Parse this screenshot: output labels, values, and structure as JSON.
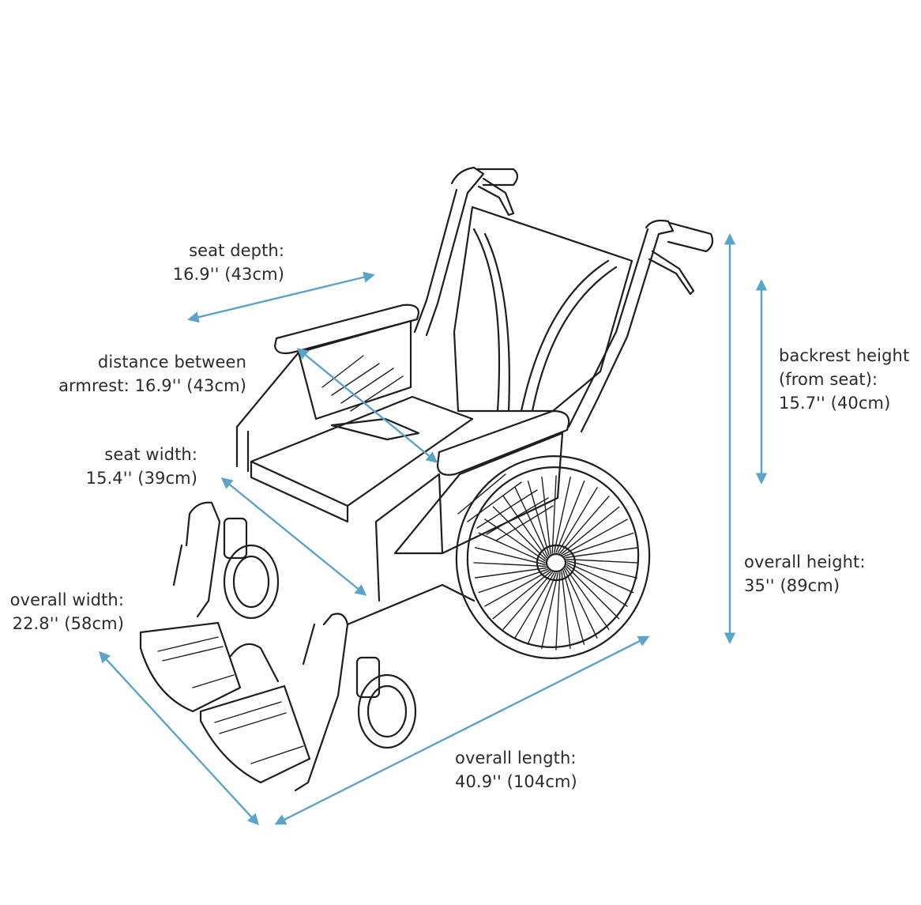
{
  "accent_color": "#5ba3c9",
  "labels": {
    "seat_depth": {
      "line1": "seat depth:",
      "line2": "16.9'' (43cm)"
    },
    "armrest_distance": {
      "line1": "distance between",
      "line2": "armrest: 16.9'' (43cm)"
    },
    "seat_width": {
      "line1": "seat width:",
      "line2": "15.4'' (39cm)"
    },
    "overall_width": {
      "line1": "overall width:",
      "line2": "22.8'' (58cm)"
    },
    "overall_length": {
      "line1": "overall length:",
      "line2": "40.9'' (104cm)"
    },
    "backrest_height": {
      "line1": "backrest height",
      "line2": "(from seat):",
      "line3": "15.7'' (40cm)"
    },
    "overall_height": {
      "line1": "overall height:",
      "line2": "35'' (89cm)"
    }
  }
}
